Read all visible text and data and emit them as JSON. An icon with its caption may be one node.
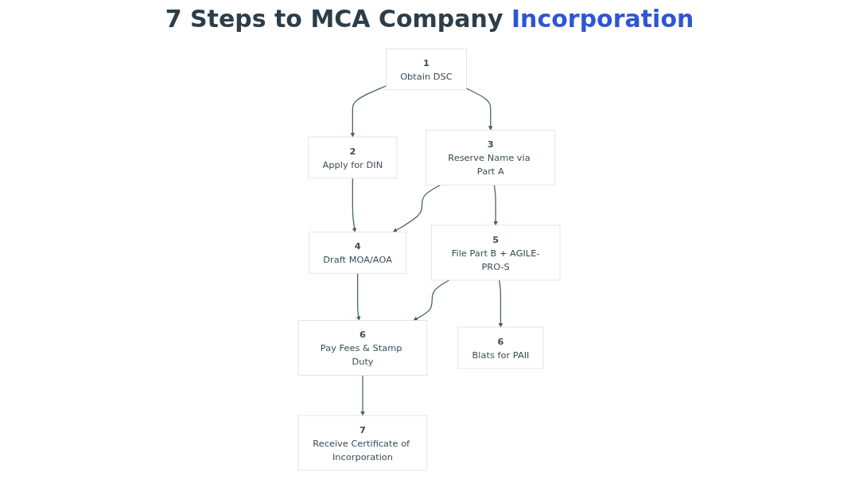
{
  "diagram": {
    "title": "7 Steps to MCA Company Incorporation",
    "nodes": [
      {
        "text": [
          "1",
          "Obtain DSC"
        ]
      },
      {
        "text": [
          "2",
          "Apply for DIN"
        ]
      },
      {
        "text": [
          "3",
          "Reserve Name via Part A"
        ]
      },
      {
        "text": [
          "4",
          "Draft MOA/AOA"
        ]
      },
      {
        "text": [
          "5",
          "File Part B + AGILE-PRO-S"
        ]
      },
      {
        "text": [
          "6",
          "Pay Fees & Stamp Duty"
        ]
      },
      {
        "text": [
          "6",
          "Blats for PAII"
        ]
      },
      {
        "text": [
          "7",
          "Receive Certificate of Incorporation"
        ]
      }
    ],
    "edges": [
      {
        "from": 0,
        "to": 1,
        "arrow": "to"
      },
      {
        "from": 0,
        "to": 2,
        "arrow": "to"
      },
      {
        "from": 1,
        "to": 3,
        "arrow": "to"
      },
      {
        "from": 2,
        "to": 3,
        "arrow": "to"
      },
      {
        "from": 2,
        "to": 4,
        "arrow": "to"
      },
      {
        "from": 3,
        "to": 5,
        "arrow": "to"
      },
      {
        "from": 4,
        "to": 5,
        "arrow": "to"
      },
      {
        "from": 4,
        "to": 6,
        "arrow": "to"
      },
      {
        "from": 5,
        "to": 7,
        "arrow": "to"
      }
    ]
  }
}
